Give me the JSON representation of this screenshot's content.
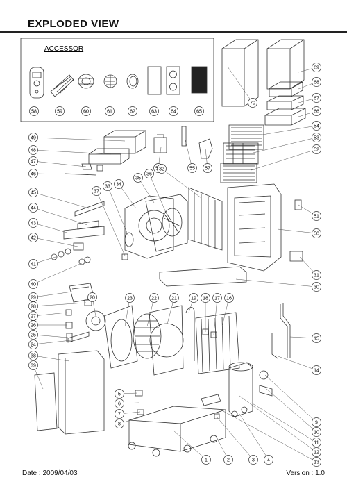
{
  "header": {
    "title": "EXPLODED VIEW"
  },
  "accessor": {
    "label": "ACCESSOR"
  },
  "accessory_numbers": [
    "58",
    "59",
    "60",
    "61",
    "62",
    "63",
    "64",
    "65"
  ],
  "part_numbers": [
    "70",
    "69",
    "68",
    "67",
    "66",
    "54",
    "53",
    "52",
    "49",
    "48",
    "47",
    "46",
    "56",
    "55",
    "57",
    "45",
    "44",
    "43",
    "42",
    "41",
    "40",
    "37",
    "33",
    "34",
    "35",
    "36",
    "32",
    "51",
    "50",
    "31",
    "30",
    "29",
    "28",
    "27",
    "26",
    "25",
    "24",
    "20",
    "23",
    "22",
    "21",
    "19",
    "18",
    "17",
    "16",
    "15",
    "14",
    "38",
    "39",
    "5",
    "6",
    "7",
    "8",
    "1",
    "2",
    "3",
    "4",
    "9",
    "10",
    "11",
    "12",
    "13"
  ],
  "footer": {
    "date": "Date : 2009/04/03",
    "version": "Version : 1.0"
  }
}
